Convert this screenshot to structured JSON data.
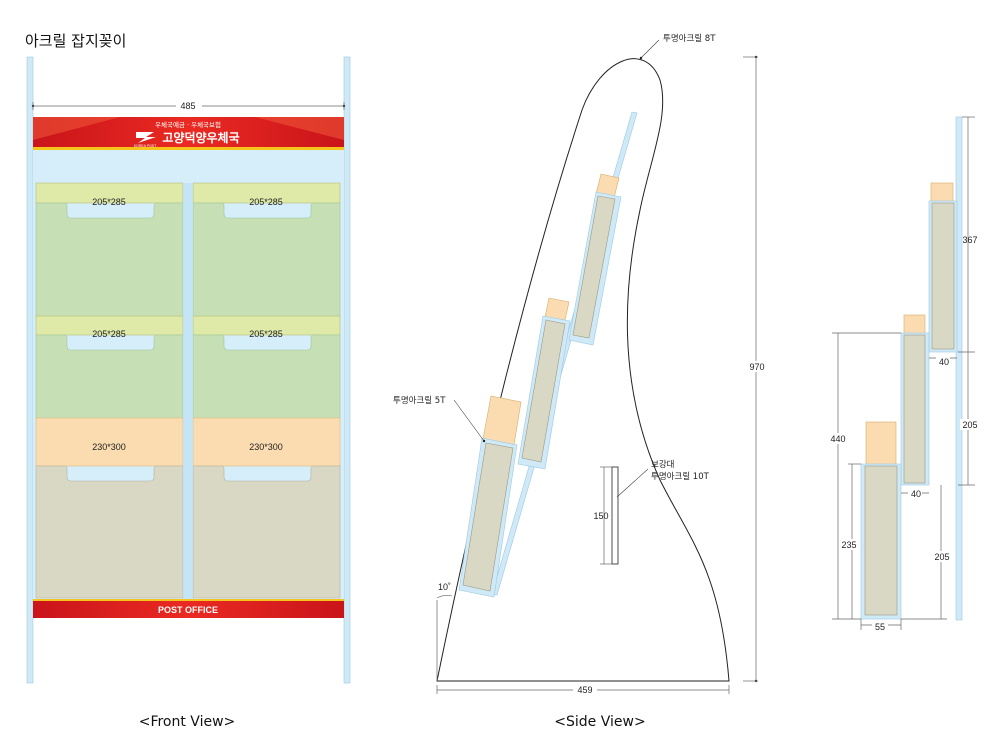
{
  "page_title": "아크릴 잡지꽂이",
  "front_view": {
    "caption": "<Front View>",
    "width_dim": "485",
    "banner_line1": "우체국예금 · 우체국보험",
    "banner_brand": "고양덕양우체국",
    "logo_text": "KOREA POST",
    "footer_text": "POST OFFICE",
    "pocket_labels": [
      "205*285",
      "205*285",
      "205*285",
      "205*285",
      "230*300",
      "230*300"
    ],
    "colors": {
      "banner_red": "#e3221c",
      "pocket_green_header": "#dfe9a8",
      "pocket_green": "#c4dfb4",
      "pocket_peach": "#fbdcb0",
      "pocket_gray": "#d8d8c4",
      "acrylic_blue": "#cce8f6"
    }
  },
  "side_view": {
    "caption": "<Side View>",
    "top_label": "투명아크릴 8T",
    "left_label": "투명아크릴 5T",
    "brace_label_1": "보강대",
    "brace_label_2": "투명아크릴 10T",
    "height_dim": "970",
    "base_dim": "459",
    "brace_dim": "150",
    "angle_label": "10˚"
  },
  "detail_view": {
    "dims": [
      "367",
      "40",
      "205",
      "440",
      "40",
      "205",
      "235",
      "55"
    ]
  }
}
